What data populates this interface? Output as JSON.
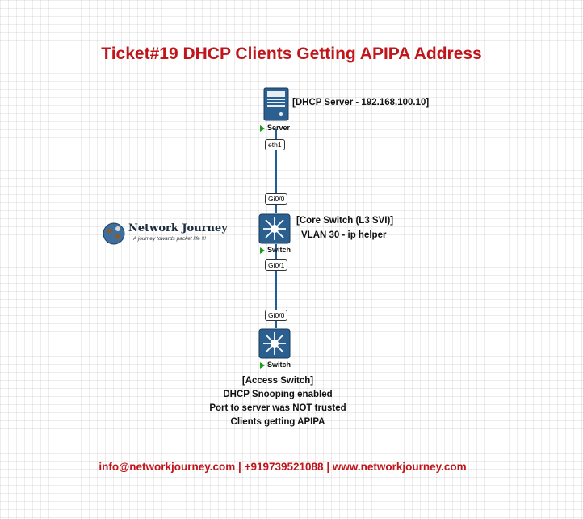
{
  "title": "Ticket#19 DHCP Clients Getting APIPA Address",
  "server": {
    "label": "[DHCP Server - 192.168.100.10]",
    "device": "Server",
    "port": "eth1"
  },
  "core_switch": {
    "label_line1": "[Core Switch (L3 SVI)]",
    "label_line2": "VLAN 30 - ip helper",
    "device": "Switch",
    "port_top": "Gi0/0",
    "port_bottom": "Gi0/1"
  },
  "access_switch": {
    "label_line1": "[Access Switch]",
    "label_line2": "DHCP Snooping enabled",
    "label_line3": "Port to server was NOT trusted",
    "label_line4": "Clients getting APIPA",
    "device": "Switch",
    "port_top": "Gi0/0"
  },
  "logo": {
    "name": "Network Journey",
    "tagline": "A journey towards packet life !!!"
  },
  "footer": "info@networkjourney.com | +919739521088 | www.networkjourney.com"
}
